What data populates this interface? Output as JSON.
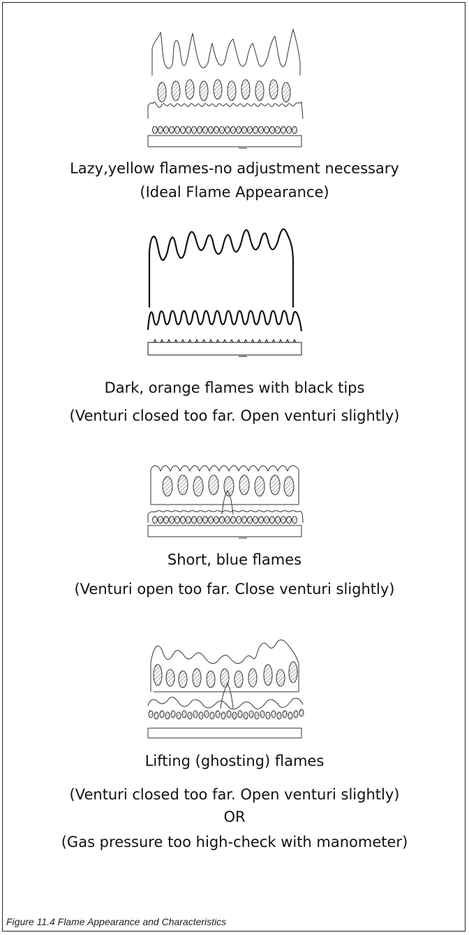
{
  "panels": [
    {
      "heading": "Lazy,yellow flames-no adjustment necessary",
      "notes": [
        "(Ideal Flame Appearance)"
      ]
    },
    {
      "heading": "Dark, orange flames with black tips",
      "notes": [
        "(Venturi closed too far. Open venturi slightly)"
      ]
    },
    {
      "heading": "Short, blue flames",
      "notes": [
        "(Venturi open too far. Close venturi slightly)"
      ]
    },
    {
      "heading": "Lifting (ghosting) flames",
      "notes": [
        "(Venturi closed too far. Open venturi slightly)",
        "OR",
        "(Gas pressure too high-check with manometer)"
      ]
    }
  ],
  "figure_caption": "Figure 11.4 Flame Appearance and Characteristics"
}
